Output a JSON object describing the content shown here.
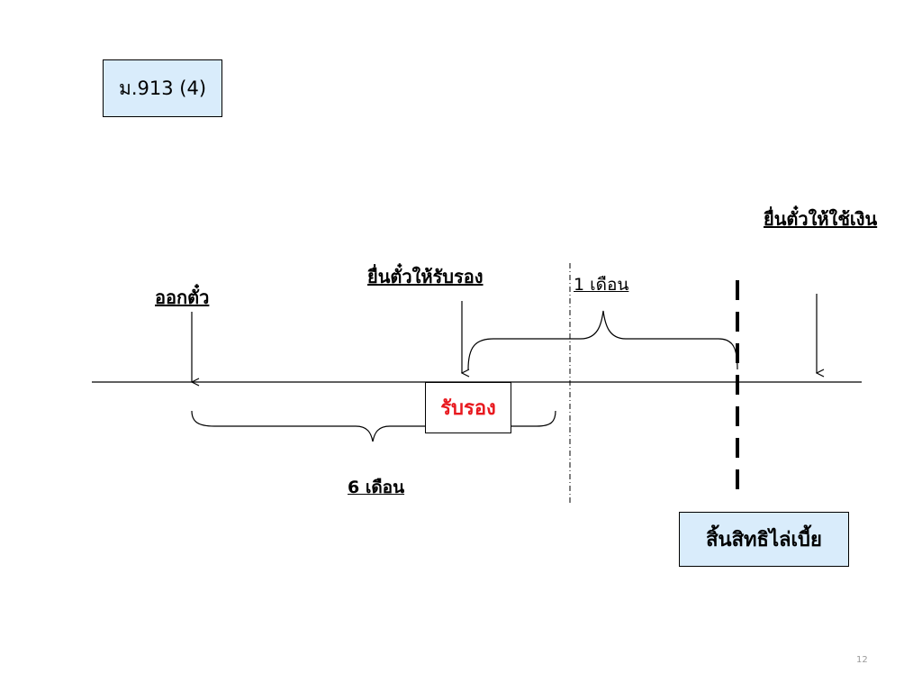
{
  "title_box": {
    "text": "ม.913 (4)"
  },
  "labels": {
    "issue": "ออกตั๋ว",
    "present_accept": "ยื่นตั๋วให้รับรอง",
    "one_month": "1 เดือน",
    "present_pay": "ยื่นตั๋วให้ใช้เงิน",
    "six_months": "6 เดือน"
  },
  "accept_box": {
    "text": "รับรอง",
    "color": "#e8191f"
  },
  "result_box": {
    "text": "สิ้นสิทธิไล่เบี้ย"
  },
  "page_number": "12",
  "colors": {
    "box_fill": "#d9ecfb",
    "accept_text": "#e8191f",
    "line": "#000000"
  }
}
